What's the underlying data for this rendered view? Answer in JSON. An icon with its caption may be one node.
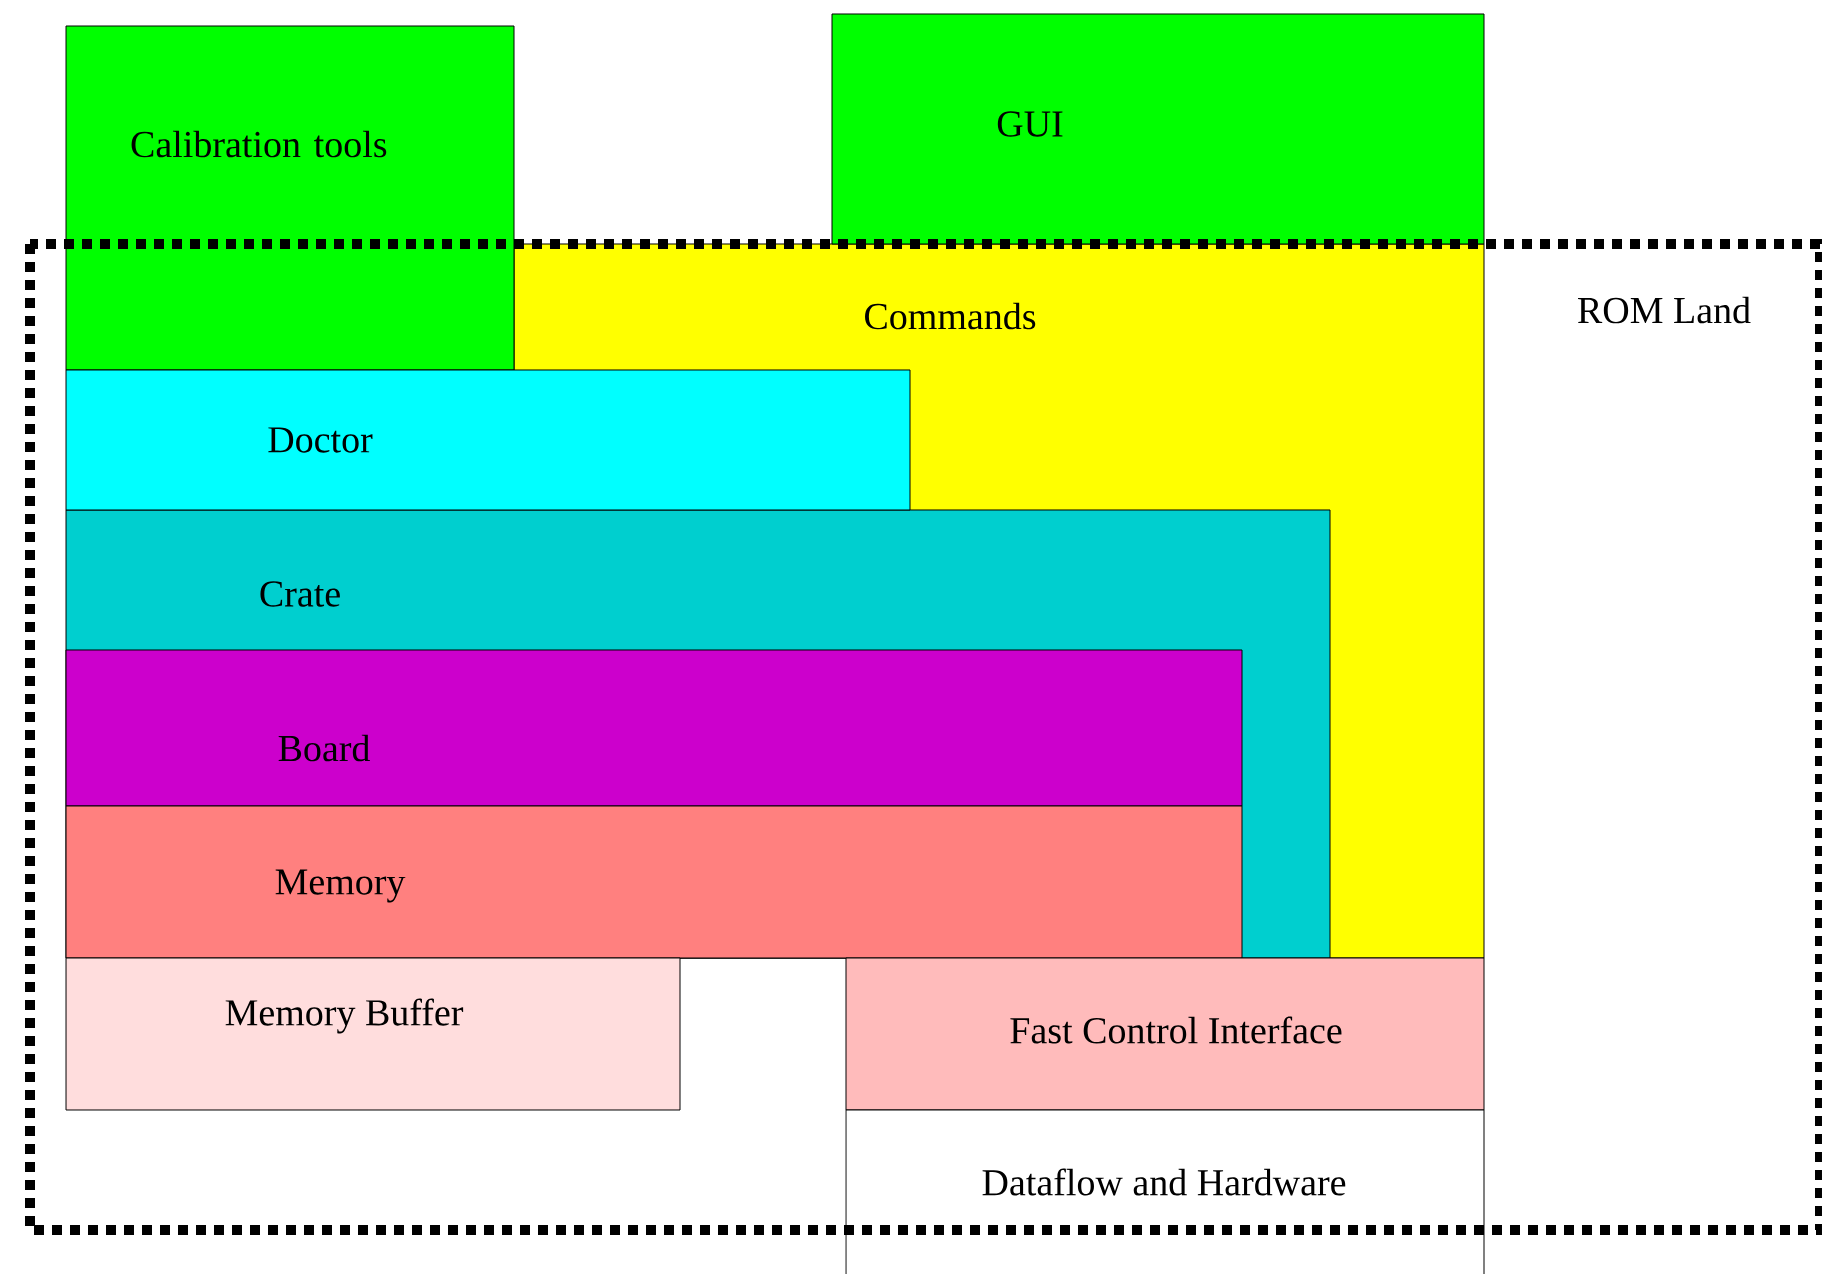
{
  "diagram": {
    "nodes": [
      {
        "text": [
          "Calibration tools"
        ]
      },
      {
        "text": [
          "GUI"
        ]
      },
      {
        "text": [
          "Commands"
        ],
        "in": 3
      },
      {
        "text": [
          "ROM Land"
        ]
      },
      {
        "text": [
          "Doctor"
        ],
        "in": 3
      },
      {
        "text": [
          "Crate"
        ],
        "in": 3
      },
      {
        "text": [
          "Board"
        ],
        "in": 5
      },
      {
        "text": [
          "Memory"
        ],
        "in": 5
      },
      {
        "text": [
          "Memory Buffer"
        ],
        "in": 3
      },
      {
        "text": [
          "Fast Control Interface"
        ],
        "in": 3
      },
      {
        "text": [
          "Dataflow and Hardware"
        ]
      }
    ]
  }
}
